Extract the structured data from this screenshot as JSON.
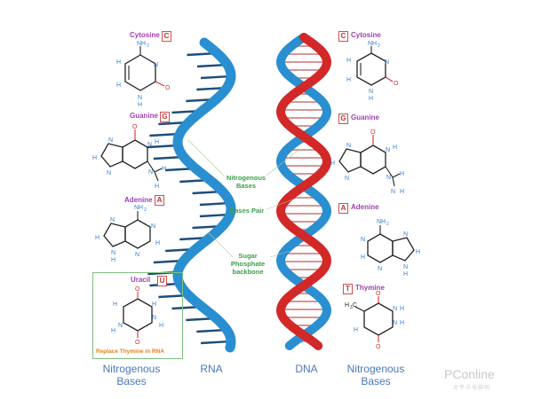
{
  "left_bases": {
    "cytosine": {
      "name": "Cytosine",
      "letter": "C"
    },
    "guanine": {
      "name": "Guanine",
      "letter": "G"
    },
    "adenine": {
      "name": "Adenine",
      "letter": "A"
    },
    "uracil": {
      "name": "Uracil",
      "letter": "U"
    }
  },
  "right_bases": {
    "cytosine": {
      "name": "Cytosine",
      "letter": "C"
    },
    "guanine": {
      "name": "Guanine",
      "letter": "G"
    },
    "adenine": {
      "name": "Adenine",
      "letter": "A"
    },
    "thymine": {
      "name": "Thymine",
      "letter": "T"
    }
  },
  "callouts": {
    "nitrogenous_bases_line1": "Nitrogenous",
    "nitrogenous_bases_line2": "Bases",
    "bases_pair": "Bases Pair",
    "sugar_line1": "Sugar",
    "sugar_line2": "Phosphate",
    "sugar_line3": "backbone"
  },
  "uracil_note": "Replace Thymine in RNA",
  "bottom": {
    "left_line1": "Nitrogenous",
    "left_line2": "Bases",
    "rna": "RNA",
    "dna": "DNA",
    "right_line1": "Nitrogenous",
    "right_line2": "Bases"
  },
  "watermark": {
    "main": "PConline",
    "sub": "太平洋电脑网"
  },
  "colors": {
    "rna_strand": "#2a8fd0",
    "dna_strand_a": "#d22828",
    "dna_strand_b": "#2a8fd0",
    "rung_dark": "#1f4d7a",
    "atom_blue": "#3a7fd0",
    "atom_red": "#d03030",
    "label_purple": "#a040b0",
    "label_green": "#3aa048"
  }
}
